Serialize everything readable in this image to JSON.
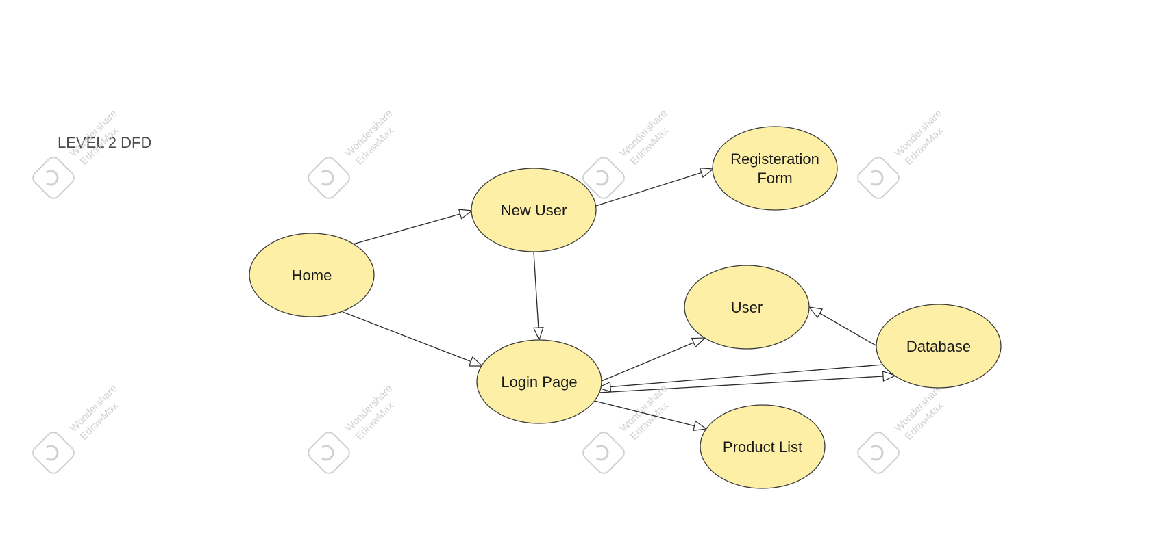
{
  "diagram": {
    "title": "LEVEL 2 DFD",
    "watermark_lines": [
      "Wondershare",
      "EdrawMax"
    ],
    "colors": {
      "node_fill": "#fdf0a6",
      "node_stroke": "#3a3a3a",
      "edge_stroke": "#2a2a2a",
      "watermark": "#d0d0d0"
    },
    "nodes": [
      {
        "id": "home",
        "lines": [
          "Home"
        ]
      },
      {
        "id": "new-user",
        "lines": [
          "New User"
        ]
      },
      {
        "id": "registration-form",
        "lines": [
          "Registeration",
          "Form"
        ]
      },
      {
        "id": "login-page",
        "lines": [
          "Login Page"
        ]
      },
      {
        "id": "user",
        "lines": [
          "User"
        ]
      },
      {
        "id": "database",
        "lines": [
          "Database"
        ]
      },
      {
        "id": "product-list",
        "lines": [
          "Product List"
        ]
      }
    ],
    "edges": [
      {
        "from": "home",
        "to": "new-user"
      },
      {
        "from": "home",
        "to": "login-page"
      },
      {
        "from": "new-user",
        "to": "registration-form"
      },
      {
        "from": "new-user",
        "to": "login-page"
      },
      {
        "from": "login-page",
        "to": "user"
      },
      {
        "from": "login-page",
        "to": "product-list"
      },
      {
        "from": "login-page",
        "to": "database"
      },
      {
        "from": "database",
        "to": "login-page"
      },
      {
        "from": "database",
        "to": "user"
      }
    ]
  }
}
